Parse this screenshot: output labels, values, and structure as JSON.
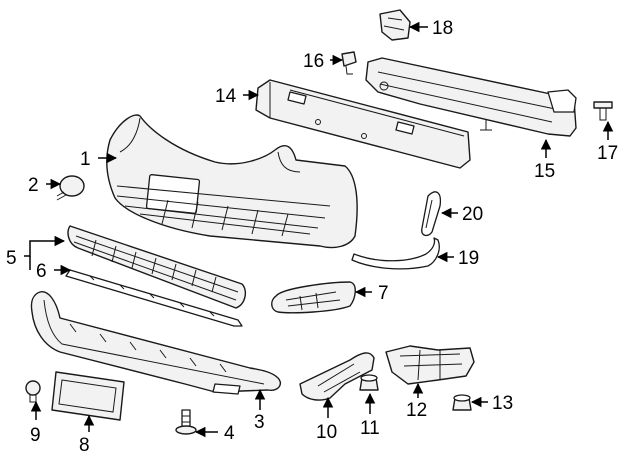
{
  "callouts": [
    "1",
    "2",
    "4",
    "5",
    "6",
    "7",
    "8",
    "9",
    "10",
    "11",
    "12",
    "13",
    "14",
    "15",
    "16",
    "17",
    "18",
    "19",
    "20",
    "3"
  ],
  "colors": {
    "line": "#1a1a1a",
    "fill": "#f2f2f2",
    "background": "#ffffff"
  }
}
